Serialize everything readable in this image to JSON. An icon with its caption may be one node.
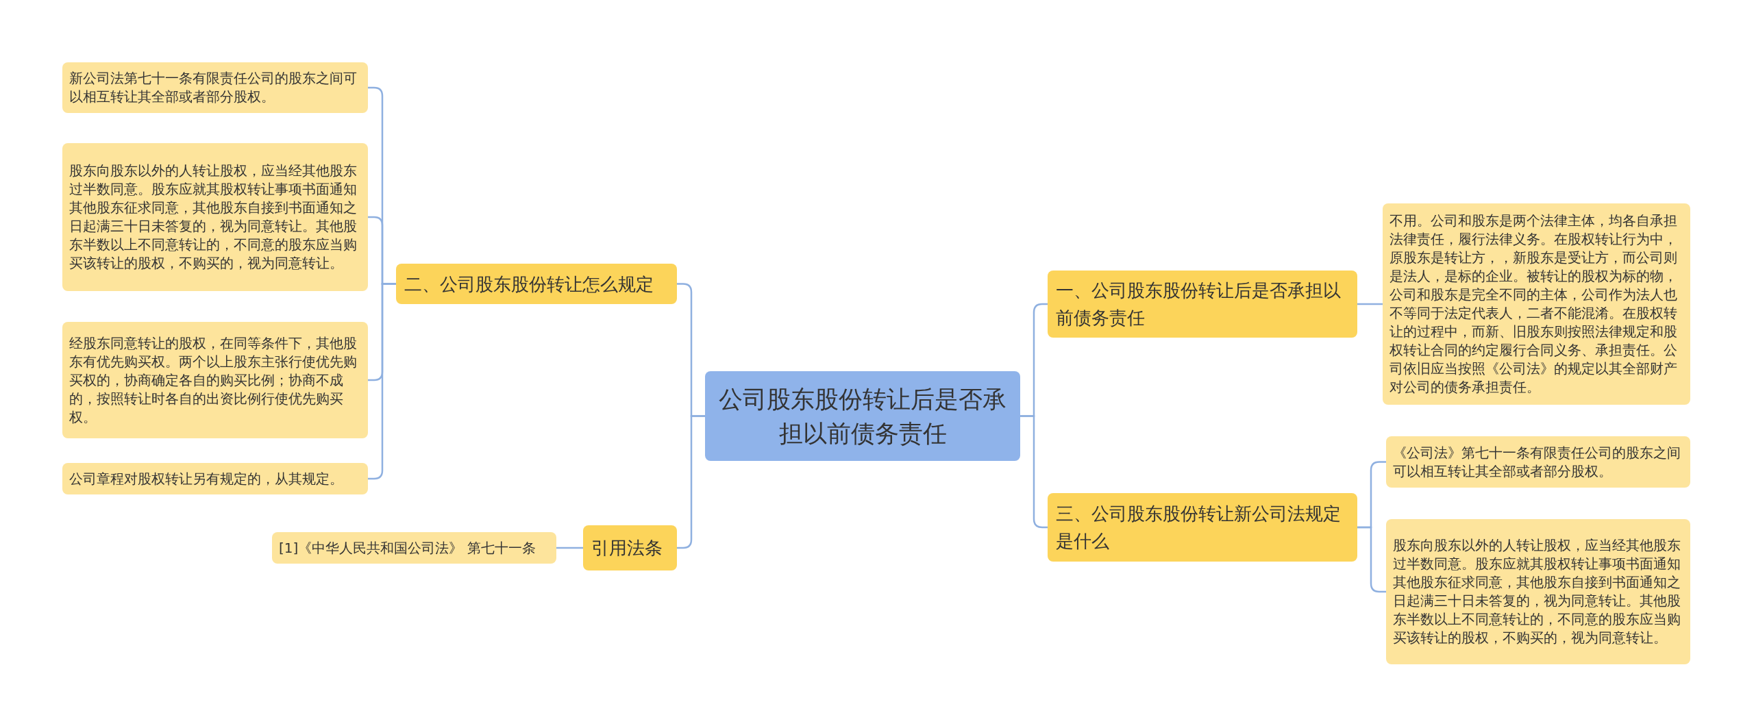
{
  "diagram": {
    "nodes": [
      {
        "text": [
          "公司股东股份转让后是否承担以前债务责任"
        ]
      },
      {
        "text": [
          "二、公司股东股份转让怎么规定"
        ]
      },
      {
        "text": [
          "新公司法第七十一条有限责任公司的股东之间可以相互转让其全部或者部分股权。"
        ]
      },
      {
        "text": [
          "股东向股东以外的人转让股权，应当经其他股东过半数同意。股东应就其股权转让事项书面通知其他股东征求同意，其他股东自接到书面通知之日起满三十日未答复的，视为同意转让。其他股东半数以上不同意转让的，不同意的股东应当购买该转让的股权，不购买的，视为同意转让。"
        ]
      },
      {
        "text": [
          "经股东同意转让的股权，在同等条件下，其他股东有优先购买权。两个以上股东主张行使优先购买权的，协商确定各自的购买比例；协商不成的，按照转让时各自的出资比例行使优先购买权。"
        ]
      },
      {
        "text": [
          "公司章程对股权转让另有规定的，从其规定。"
        ]
      },
      {
        "text": [
          "引用法条"
        ]
      },
      {
        "text": [
          "[1]《中华人民共和国公司法》 第七十一条"
        ]
      },
      {
        "text": [
          "一、公司股东股份转让后是否承担以前债务责任"
        ]
      },
      {
        "text": [
          "不用。公司和股东是两个法律主体，均各自承担法律责任，履行法律义务。在股权转让行为中，原股东是转让方，，新股东是受让方，而公司则是法人，是标的企业。被转让的股权为标的物，公司和股东是完全不同的主体，公司作为法人也不等同于法定代表人，二者不能混淆。在股权转让的过程中，而新、旧股东则按照法律规定和股权转让合同的约定履行合同义务、承担责任。公司依旧应当按照《公司法》的规定以其全部财产对公司的债务承担责任。"
        ]
      },
      {
        "text": [
          "三、公司股东股份转让新公司法规定是什么"
        ]
      },
      {
        "text": [
          "《公司法》第七十一条有限责任公司的股东之间可以相互转让其全部或者部分股权。"
        ]
      },
      {
        "text": [
          "股东向股东以外的人转让股权，应当经其他股东过半数同意。股东应就其股权转让事项书面通知其他股东征求同意，其他股东自接到书面通知之日起满三十日未答复的，视为同意转让。其他股东半数以上不同意转让的，不同意的股东应当购买该转让的股权，不购买的，视为同意转让。"
        ]
      }
    ],
    "edges": [
      {
        "from": 0,
        "to": 1,
        "arrow": "none"
      },
      {
        "from": 1,
        "to": 2,
        "arrow": "none"
      },
      {
        "from": 1,
        "to": 3,
        "arrow": "none"
      },
      {
        "from": 1,
        "to": 4,
        "arrow": "none"
      },
      {
        "from": 1,
        "to": 5,
        "arrow": "none"
      },
      {
        "from": 0,
        "to": 6,
        "arrow": "none"
      },
      {
        "from": 6,
        "to": 7,
        "arrow": "none"
      },
      {
        "from": 0,
        "to": 8,
        "arrow": "none"
      },
      {
        "from": 8,
        "to": 9,
        "arrow": "none"
      },
      {
        "from": 0,
        "to": 10,
        "arrow": "none"
      },
      {
        "from": 10,
        "to": 11,
        "arrow": "none"
      },
      {
        "from": 10,
        "to": 12,
        "arrow": "none"
      }
    ]
  }
}
